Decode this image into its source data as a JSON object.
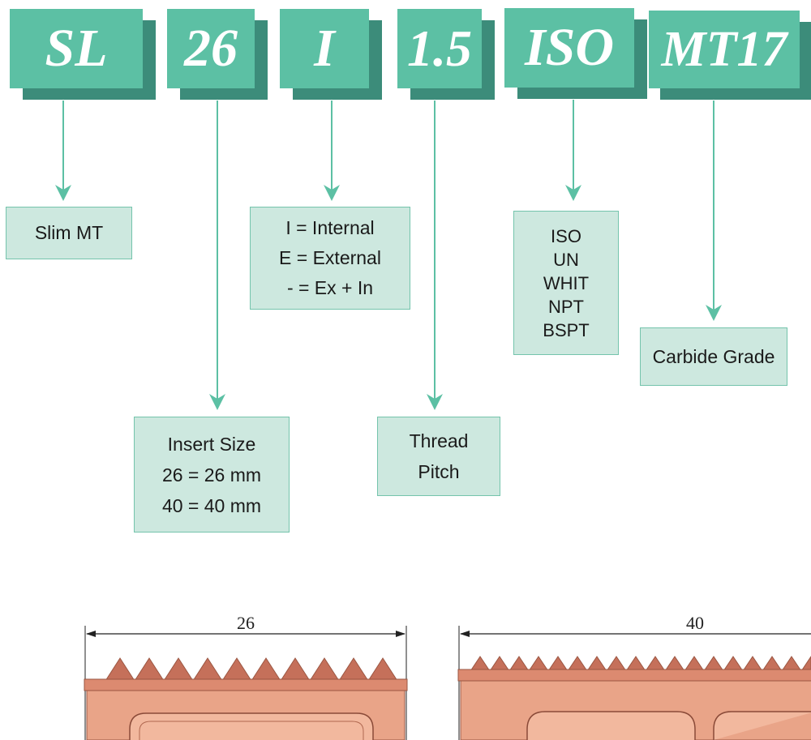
{
  "codes": [
    {
      "id": "sl",
      "text": "SL"
    },
    {
      "id": "26",
      "text": "26"
    },
    {
      "id": "i",
      "text": "I"
    },
    {
      "id": "15",
      "text": "1.5"
    },
    {
      "id": "iso",
      "text": "ISO"
    },
    {
      "id": "mt17",
      "text": "MT17"
    }
  ],
  "descriptions": {
    "series": [
      "Slim MT"
    ],
    "insert_size": [
      "Insert Size",
      "26 = 26 mm",
      "40 = 40 mm"
    ],
    "type": [
      "I  = Internal",
      "E = External",
      "-  = Ex + In"
    ],
    "pitch": [
      "Thread",
      "Pitch"
    ],
    "standard": [
      "ISO",
      "UN",
      "WHIT",
      "NPT",
      "BSPT"
    ],
    "grade": [
      "Carbide Grade"
    ]
  },
  "drawing": {
    "dim_26": "26",
    "dim_40": "40"
  },
  "colors": {
    "code_face": "#5cc0a4",
    "code_shadow": "#3c8c7a",
    "box_fill": "#cde8df",
    "box_border": "#74c4ac",
    "arrow": "#5cc0a4",
    "insert_body": "#e9a488",
    "insert_teeth": "#c5705a"
  }
}
